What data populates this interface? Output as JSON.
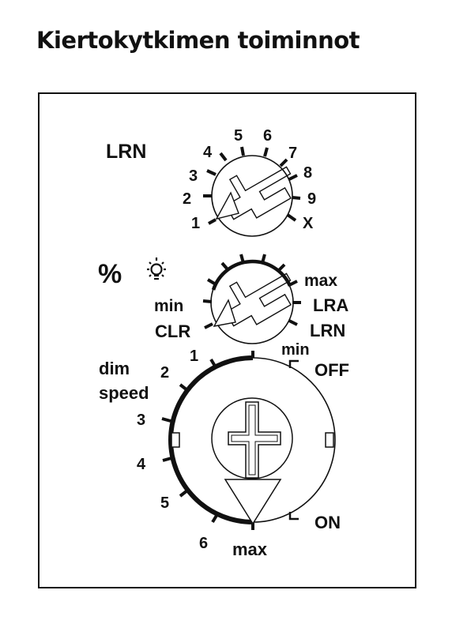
{
  "title": "Kiertokytkimen toiminnot",
  "dial_lrn": {
    "label": "LRN",
    "positions": [
      "1",
      "2",
      "3",
      "4",
      "5",
      "6",
      "7",
      "8",
      "9",
      "X"
    ]
  },
  "dial_sensitivity": {
    "label_percent": "%",
    "label_min": "min",
    "label_max": "max",
    "label_clr": "CLR",
    "label_lra": "LRA",
    "label_lrn": "LRN"
  },
  "dial_dim_speed": {
    "label": "dim speed",
    "label_line1": "dim",
    "label_line2": "speed",
    "positions": [
      "1",
      "2",
      "3",
      "4",
      "5",
      "6"
    ],
    "label_min": "min",
    "label_max": "max",
    "label_off": "OFF",
    "label_on": "ON"
  },
  "icons": {
    "light": "light-bulb-icon"
  },
  "colors": {
    "ink": "#111111",
    "background": "#ffffff"
  }
}
